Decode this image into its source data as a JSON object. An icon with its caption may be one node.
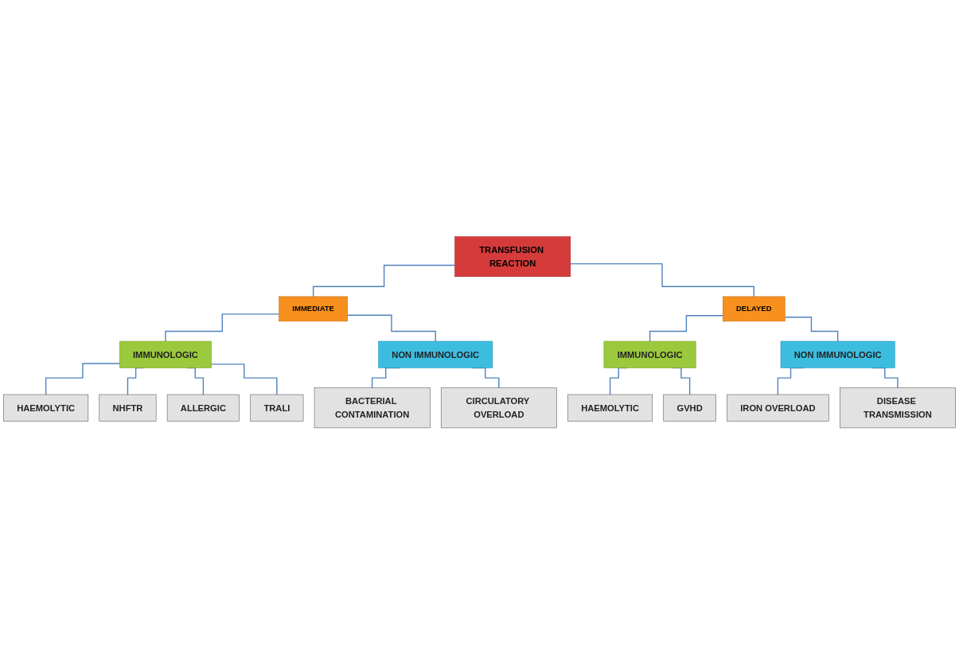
{
  "diagram": {
    "nodes": [
      {
        "text": [
          "TRANSFUSION REACTION"
        ]
      },
      {
        "text": [
          "IMMEDIATE"
        ]
      },
      {
        "text": [
          "DELAYED"
        ]
      },
      {
        "text": [
          "IMMUNOLOGIC"
        ]
      },
      {
        "text": [
          "NON IMMUNOLOGIC"
        ]
      },
      {
        "text": [
          "IMMUNOLOGIC"
        ]
      },
      {
        "text": [
          "NON IMMUNOLOGIC"
        ]
      },
      {
        "text": [
          "HAEMOLYTIC"
        ]
      },
      {
        "text": [
          "NHFTR"
        ]
      },
      {
        "text": [
          "ALLERGIC"
        ]
      },
      {
        "text": [
          "TRALI"
        ]
      },
      {
        "text": [
          "BACTERIAL CONTAMINATION"
        ]
      },
      {
        "text": [
          "CIRCULATORY OVERLOAD"
        ]
      },
      {
        "text": [
          "HAEMOLYTIC"
        ]
      },
      {
        "text": [
          "GVHD"
        ]
      },
      {
        "text": [
          "IRON OVERLOAD"
        ]
      },
      {
        "text": [
          "DISEASE TRANSMISSION"
        ]
      }
    ],
    "edges": [
      {
        "from": 0,
        "to": 1,
        "arrow": "none"
      },
      {
        "from": 0,
        "to": 2,
        "arrow": "none"
      },
      {
        "from": 1,
        "to": 3,
        "arrow": "none"
      },
      {
        "from": 1,
        "to": 4,
        "arrow": "none"
      },
      {
        "from": 2,
        "to": 5,
        "arrow": "none"
      },
      {
        "from": 2,
        "to": 6,
        "arrow": "none"
      },
      {
        "from": 3,
        "to": 7,
        "arrow": "none"
      },
      {
        "from": 3,
        "to": 8,
        "arrow": "none"
      },
      {
        "from": 3,
        "to": 9,
        "arrow": "none"
      },
      {
        "from": 3,
        "to": 10,
        "arrow": "none"
      },
      {
        "from": 4,
        "to": 11,
        "arrow": "none"
      },
      {
        "from": 4,
        "to": 12,
        "arrow": "none"
      },
      {
        "from": 5,
        "to": 13,
        "arrow": "none"
      },
      {
        "from": 5,
        "to": 14,
        "arrow": "none"
      },
      {
        "from": 6,
        "to": 15,
        "arrow": "none"
      },
      {
        "from": 6,
        "to": 16,
        "arrow": "none"
      }
    ]
  }
}
